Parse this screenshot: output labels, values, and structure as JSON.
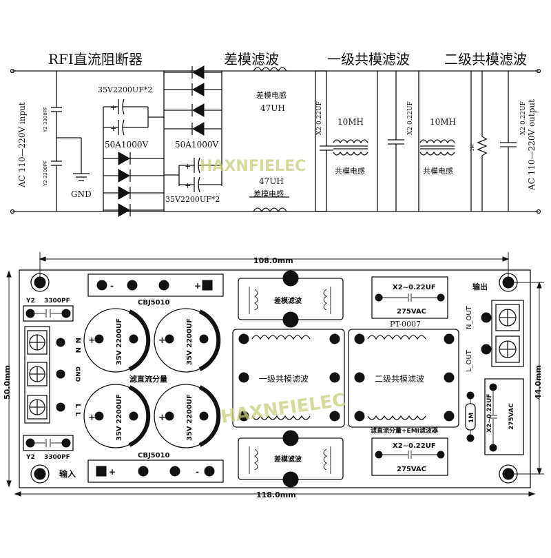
{
  "schematic": {
    "sections": {
      "rfi_blocker": "RFI直流阻断器",
      "diff_filter": "差模滤波",
      "cm_filter_1": "一级共模滤波",
      "cm_filter_2": "二级共模滤波"
    },
    "labels": {
      "input": "AC 110—220V input",
      "output": "AC 110—220V output",
      "y2_top": "Y2 3300PF",
      "y2_bottom": "Y2 3300PF",
      "gnd": "GND",
      "cap_top": "35V2200UF*2",
      "cap_bottom": "35V2200UF*2",
      "bridge_left": "50A1000V",
      "bridge_right": "50A1000V",
      "dm_inductor_top": "差模电感",
      "dm_inductor_top_value": "47UH",
      "dm_inductor_bottom": "差模电感",
      "dm_inductor_bottom_value": "47UH",
      "x2_cap_1": "X2 0.22UF",
      "x2_cap_2": "X2 0.22UF",
      "x2_cap_3": "X2 0.22UF",
      "cm_value_1": "10MH",
      "cm_value_2": "10MH",
      "cm_label_1": "共模电感",
      "cm_label_2": "共模电感",
      "resistor": "1M"
    },
    "watermark": "HAXNFIELEC"
  },
  "pcb": {
    "width_dim": "108.0mm",
    "total_width_dim": "118.0mm",
    "height_dim": "50.0mm",
    "inner_height_dim": "44.0mm",
    "y2_top": "Y2",
    "y2_top_value": "3300PF",
    "y2_bottom": "Y2",
    "y2_bottom_value": "3300PF",
    "bridge_top": "CBJ5010",
    "bridge_bottom": "CBJ5010",
    "bridge_top_minus": "-",
    "bridge_top_plus": "+",
    "bridge_bottom_plus": "+",
    "bridge_bottom_minus": "-",
    "caps": [
      "35V 2200UF",
      "35V 2200UF",
      "35V 2200UF",
      "35V 2200UF"
    ],
    "cap_plus": "+",
    "dc_filter_label": "滤直流分量",
    "input_pins": {
      "n": "N",
      "gnd": "GND",
      "l": "L"
    },
    "input_label": "输入",
    "dm_top": "差模滤波",
    "dm_bottom": "差模滤波",
    "cm1": "一级共模滤波",
    "cm2": "二级共模滤波",
    "x2_top_value": "X2~0.22UF",
    "x2_top_rating": "275VAC",
    "model": "PT-0007",
    "output_label": "输出",
    "n_out": "N_OUT",
    "l_out": "L_OUT",
    "x2_side_value": "X2~0.22UF",
    "x2_side_rating": "275VAC",
    "resistor": "1M",
    "board_note": "滤直流分量+EMI滤波器",
    "x2_bottom_value": "X2~0.22UF",
    "x2_bottom_rating": "275VAC",
    "watermark": "HAXNFIELEC"
  }
}
